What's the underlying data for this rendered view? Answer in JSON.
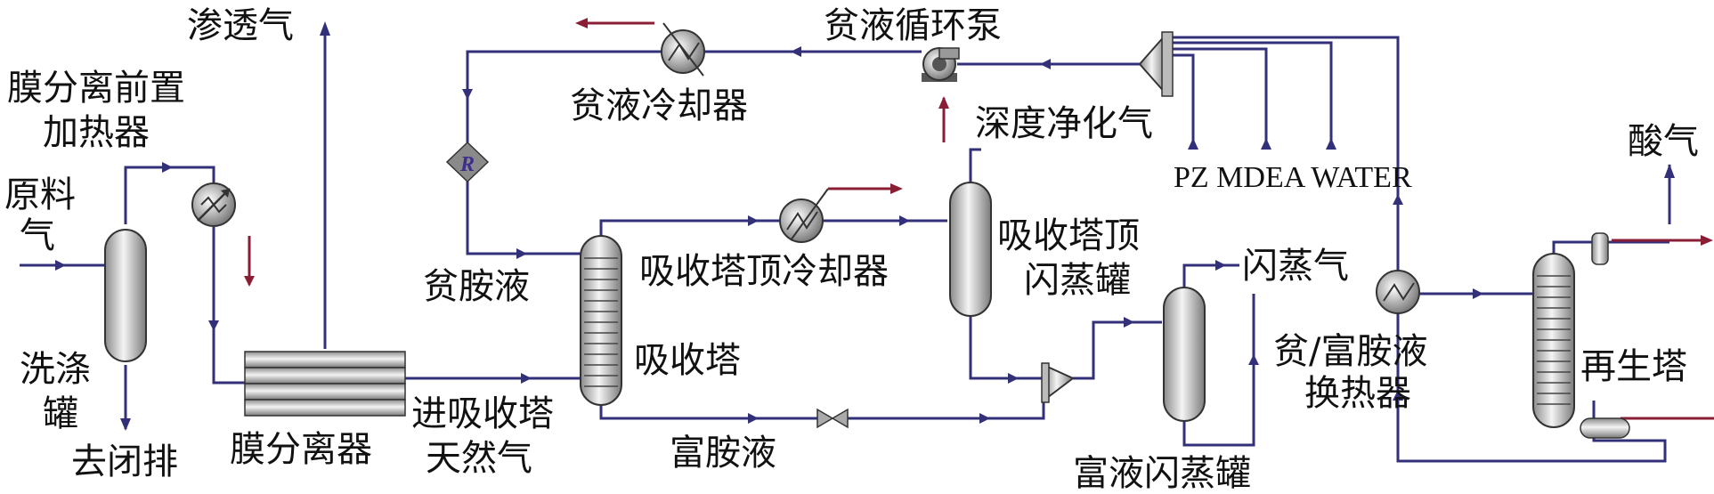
{
  "diagram": {
    "labels": {
      "permeate_gas": "渗透气",
      "lean_pump": "贫液循环泵",
      "lean_cooler": "贫液冷却器",
      "pre_heater_1": "膜分离前置",
      "pre_heater_2": "加热器",
      "feed_1": "原料",
      "feed_2": "气",
      "deep_purified_gas": "深度净化气",
      "makeup": "PZ MDEA WATER",
      "acid_gas": "酸气",
      "top_cooler": "吸收塔顶冷却器",
      "top_flash_1": "吸收塔顶",
      "top_flash_2": "闪蒸罐",
      "flash_gas": "闪蒸气",
      "lean_amine": "贫胺液",
      "scrubber_1": "洗涤",
      "scrubber_2": "罐",
      "closed_drain": "去闭排",
      "membrane": "膜分离器",
      "absorber": "吸收塔",
      "to_absorber_1": "进吸收塔",
      "to_absorber_2": "天然气",
      "rich_amine": "富胺液",
      "exchanger_1": "贫/富胺液",
      "exchanger_2": "换热器",
      "rich_flash": "富液闪蒸罐",
      "regenerator": "再生塔",
      "reactor_mark": "R"
    },
    "colors": {
      "process_line": "#33307a",
      "utility_line": "#8a1e35",
      "vessel_fill": "#c8c8c8"
    }
  }
}
